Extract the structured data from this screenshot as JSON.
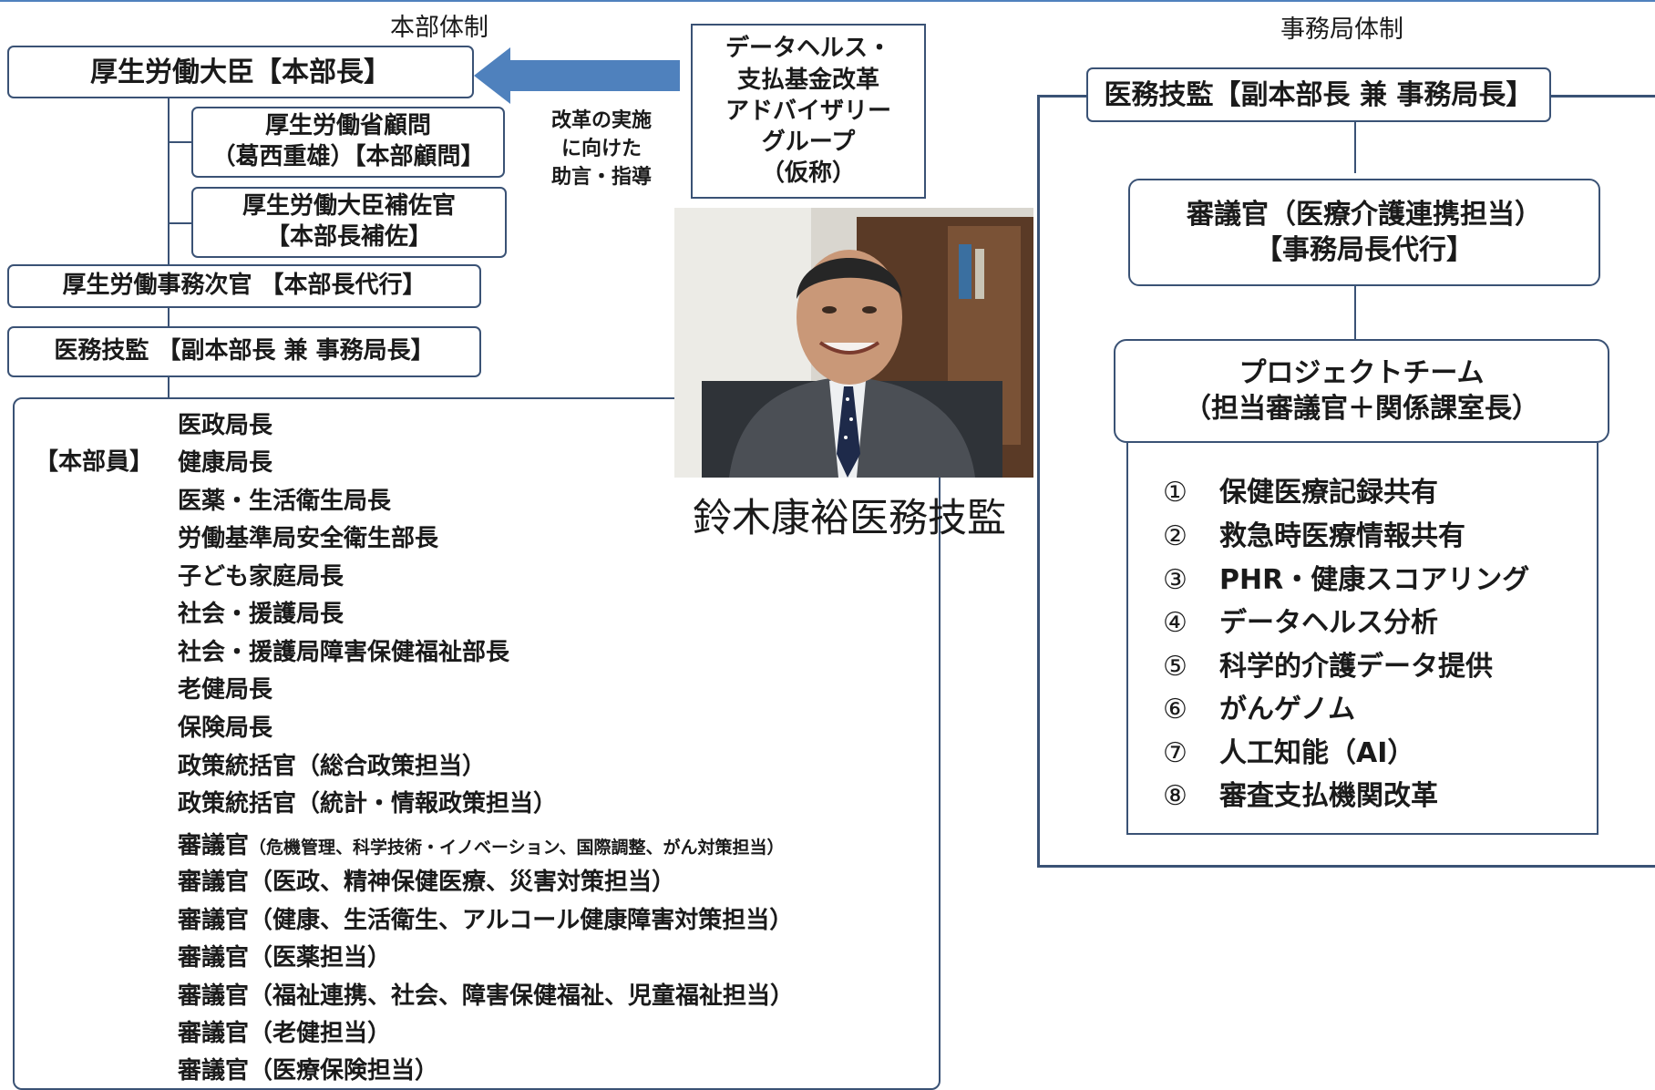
{
  "headquarters": {
    "title": "本部体制",
    "head_box": "厚生労働大臣【本部長】",
    "advisor_box": [
      "厚生労働省顧問",
      "（葛西重雄）【本部顧問】"
    ],
    "assistant_box": [
      "厚生労働大臣補佐官",
      "【本部長補佐】"
    ],
    "vice_minister_box": "厚生労働事務次官 【本部長代行】",
    "chief_box": "医務技監 【副本部長 兼 事務局長】",
    "members_label": "【本部員】",
    "members": [
      {
        "main": "医政局長",
        "sub": ""
      },
      {
        "main": "健康局長",
        "sub": ""
      },
      {
        "main": "医薬・生活衛生局長",
        "sub": ""
      },
      {
        "main": "労働基準局安全衛生部長",
        "sub": ""
      },
      {
        "main": "子ども家庭局長",
        "sub": ""
      },
      {
        "main": "社会・援護局長",
        "sub": ""
      },
      {
        "main": "社会・援護局障害保健福祉部長",
        "sub": ""
      },
      {
        "main": "老健局長",
        "sub": ""
      },
      {
        "main": "保険局長",
        "sub": ""
      },
      {
        "main": "政策統括官（総合政策担当）",
        "sub": ""
      },
      {
        "main": "政策統括官（統計・情報政策担当）",
        "sub": ""
      },
      {
        "main": "審議官",
        "sub": "（危機管理、科学技術・イノベーション、国際調整、がん対策担当）"
      },
      {
        "main": "審議官（医政、精神保健医療、災害対策担当）",
        "sub": ""
      },
      {
        "main": "審議官（健康、生活衛生、アルコール健康障害対策担当）",
        "sub": ""
      },
      {
        "main": "審議官（医薬担当）",
        "sub": ""
      },
      {
        "main": "審議官（福祉連携、社会、障害保健福祉、児童福祉担当）",
        "sub": ""
      },
      {
        "main": "審議官（老健担当）",
        "sub": ""
      },
      {
        "main": "審議官（医療保険担当）",
        "sub": ""
      }
    ]
  },
  "advisory": {
    "box": [
      "データヘルス・",
      "支払基金改革",
      "アドバイザリー",
      "グループ",
      "（仮称）"
    ],
    "arrow_label": [
      "改革の実施",
      "に向けた",
      "助言・指導"
    ]
  },
  "photo": {
    "caption": "鈴木康裕医務技監"
  },
  "secretariat": {
    "title": "事務局体制",
    "head_box": "医務技監【副本部長 兼 事務局長】",
    "deputy_box": [
      "審議官（医療介護連携担当）",
      "【事務局長代行】"
    ],
    "project_box": [
      "プロジェクトチーム",
      "（担当審議官＋関係課室長）"
    ],
    "projects": [
      {
        "num": "①",
        "label": "保健医療記録共有"
      },
      {
        "num": "②",
        "label": "救急時医療情報共有"
      },
      {
        "num": "③",
        "label": "PHR・健康スコアリング"
      },
      {
        "num": "④",
        "label": "データヘルス分析"
      },
      {
        "num": "⑤",
        "label": "科学的介護データ提供"
      },
      {
        "num": "⑥",
        "label": "がんゲノム"
      },
      {
        "num": "⑦",
        "label": "人工知能（AI）"
      },
      {
        "num": "⑧",
        "label": "審査支払機関改革"
      }
    ]
  },
  "colors": {
    "border": "#3a5275",
    "arrow": "#4f81bd",
    "top_rule": "#4f81bd"
  }
}
